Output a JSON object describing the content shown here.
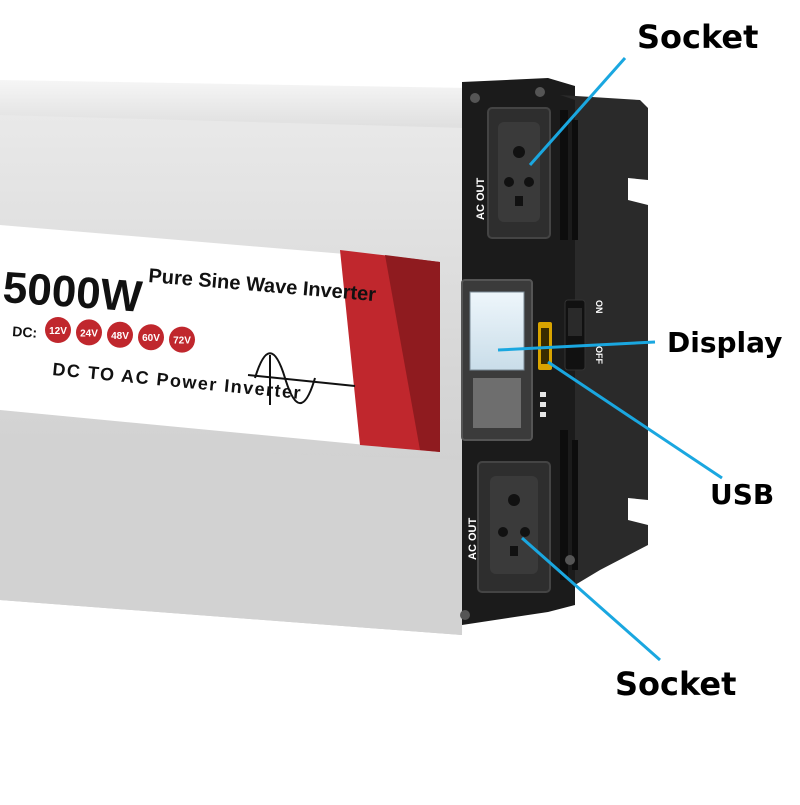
{
  "product": {
    "wattage": "5000W",
    "title": "Pure Sine Wave Inverter",
    "dc_prefix": "DC:",
    "voltages": [
      "12V",
      "24V",
      "48V",
      "60V",
      "72V"
    ],
    "subtitle": "DC TO AC Power Inverter",
    "port_label_top": "AC OUT",
    "port_label_bottom": "AC OUT",
    "switch_on": "ON",
    "switch_off": "OFF"
  },
  "callouts": {
    "socket_top": "Socket",
    "display": "Display",
    "usb": "USB",
    "socket_bottom": "Socket"
  },
  "colors": {
    "label_red": "#c0272d",
    "callout_line": "#1aa7e0",
    "panel_black": "#1b1b1b",
    "bracket": "#2a2a2a",
    "aluminum": "#dcdcdc"
  }
}
